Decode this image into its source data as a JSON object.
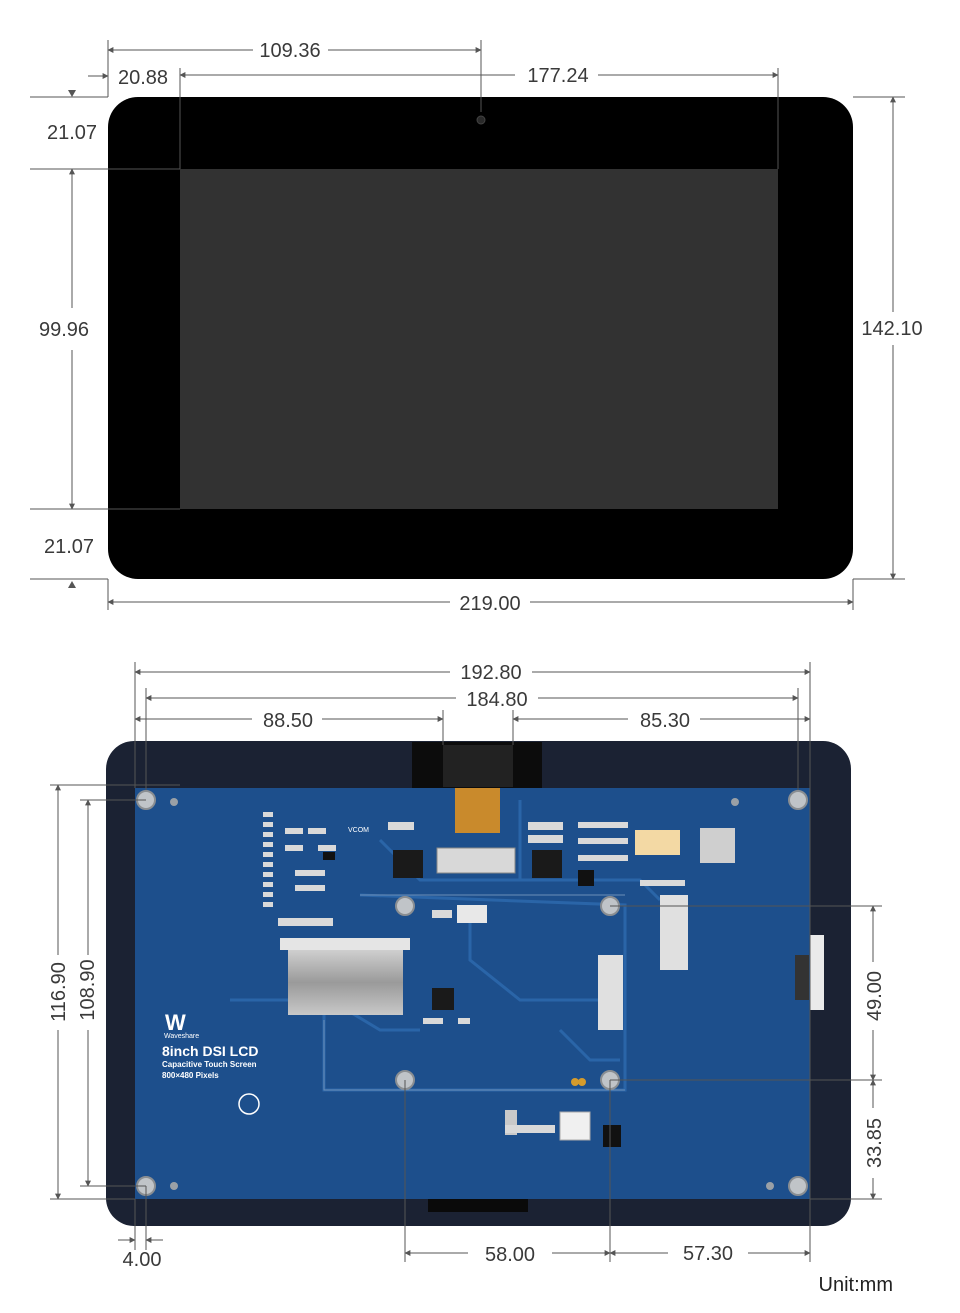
{
  "front_view": {
    "dims": {
      "camera_offset": "109.36",
      "left_bezel": "20.88",
      "active_width": "177.24",
      "top_bezel": "21.07",
      "active_height": "99.96",
      "bottom_bezel": "21.07",
      "total_height": "142.10",
      "total_width": "219.00"
    }
  },
  "back_view": {
    "dims": {
      "pcb_width": "192.80",
      "hole_span_x": "184.80",
      "left_to_connector": "88.50",
      "connector_to_right": "85.30",
      "outer_height": "116.90",
      "hole_span_y": "108.90",
      "mid_holes_y": "49.00",
      "bottom_hole_y": "33.85",
      "corner_offset": "4.00",
      "mid_holes_x": "58.00",
      "right_offset_x": "57.30"
    },
    "board": {
      "brand": "Waveshare",
      "product": "8inch DSI LCD",
      "subtitle": "Capacitive Touch Screen",
      "resolution": "800×480 Pixels",
      "vcom_label": "VCOM"
    }
  },
  "unit_label": "Unit:mm",
  "colors": {
    "bezel": "#000000",
    "active_area": "#323232",
    "back_frame": "#1b2233",
    "pcb": "#1d4f8c",
    "pcb_trace": "#2a65a8",
    "fpc": "#c98a2c",
    "dim_text": "#3a3a3a"
  }
}
